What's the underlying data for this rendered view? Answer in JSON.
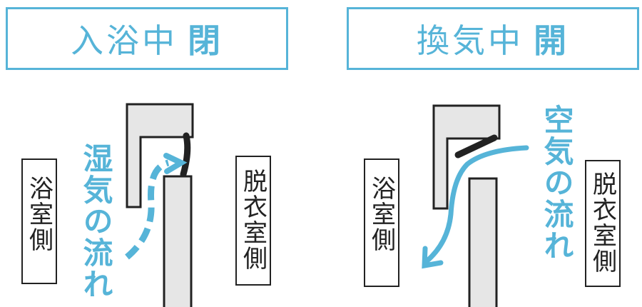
{
  "left_panel": {
    "title_main": "入浴中",
    "title_state": "閉",
    "bath_side_label": "浴室側",
    "dressing_side_label": "脱衣室側",
    "flow_label": "湿気の流れ"
  },
  "right_panel": {
    "title_main": "換気中",
    "title_state": "開",
    "bath_side_label": "浴室側",
    "dressing_side_label": "脱衣室側",
    "flow_label": "空気の流れ"
  },
  "colors": {
    "accent": "#56b4d8",
    "frame_fill": "#e6e6e6",
    "outline": "#222222"
  }
}
